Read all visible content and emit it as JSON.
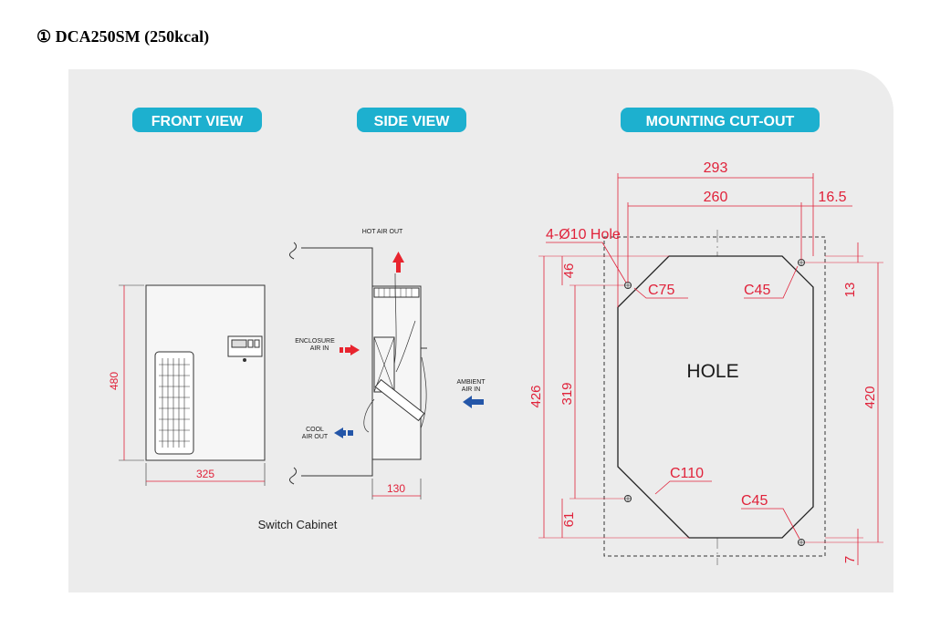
{
  "heading": "① DCA250SM (250kcal)",
  "colors": {
    "badge": "#1db0cf",
    "panel": "#ececec",
    "dimension": "#e0223a",
    "line": "#333333",
    "hot_arrow": "#e8242e",
    "cool_arrow": "#2456a8"
  },
  "views": {
    "front": "FRONT VIEW",
    "side": "SIDE VIEW",
    "cutout": "MOUNTING CUT-OUT"
  },
  "front_view": {
    "height": "480",
    "width": "325"
  },
  "side_view": {
    "hot_air_out": "HOT AIR OUT",
    "enclosure_air_in": [
      "ENCLOSURE",
      "AIR IN"
    ],
    "ambient_air_in": [
      "AMBIENT",
      "AIR IN"
    ],
    "cool_air_out": [
      "COOL",
      "AIR OUT"
    ],
    "depth": "130",
    "cabinet": "Switch Cabinet"
  },
  "cutout": {
    "overall_width": "293",
    "hole_spacing": "260",
    "edge_offset": "16.5",
    "hole_note": "4-Ø10 Hole",
    "top_offset": "46",
    "top_right_offset": "13",
    "total_height": "426",
    "hole_vertical": "319",
    "right_height": "420",
    "bottom_offset": "61",
    "bottom_right_offset": "7",
    "chamfers": {
      "top_left": "C75",
      "top_right": "C45",
      "bottom_left": "C110",
      "bottom_right": "C45"
    },
    "center_label": "HOLE"
  }
}
